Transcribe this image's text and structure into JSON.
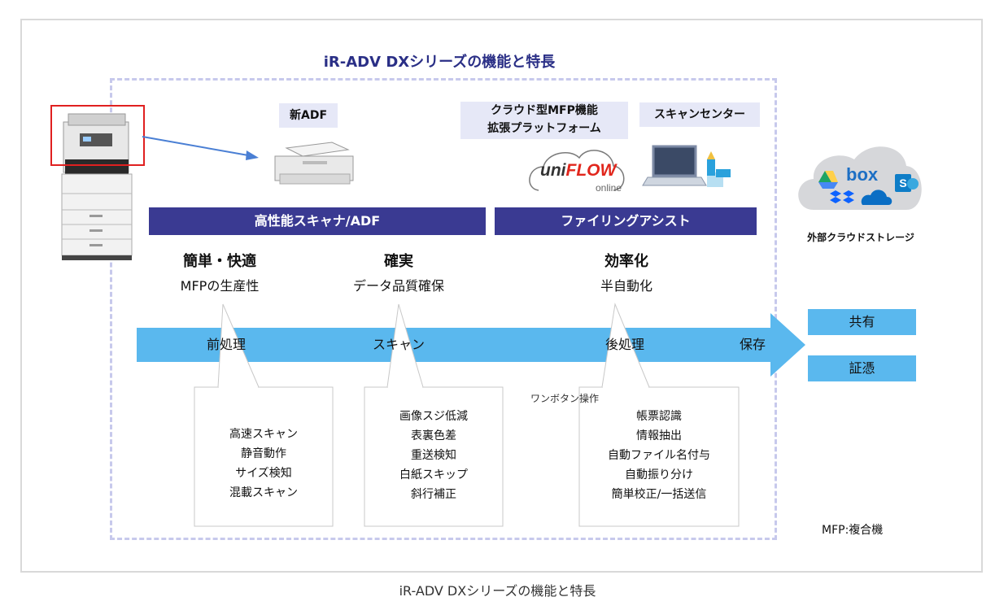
{
  "title": "iR-ADV DXシリーズの機能と特長",
  "caption": "iR-ADV DXシリーズの機能と特長",
  "top_labels": {
    "adf": "新ADF",
    "cloud_platform_line1": "クラウド型MFP機能",
    "cloud_platform_line2": "拡張プラットフォーム",
    "scan_center": "スキャンセンター"
  },
  "uniflow": {
    "brand_uni": "uni",
    "brand_flow": "FLOW",
    "brand_sub": "online"
  },
  "bands": {
    "scanner": "高性能スキャナ/ADF",
    "filing": "ファイリングアシスト"
  },
  "features": [
    {
      "heading": "簡単・快適",
      "sub": "MFPの生産性"
    },
    {
      "heading": "確実",
      "sub": "データ品質確保"
    },
    {
      "heading": "効率化",
      "sub": "半自動化"
    }
  ],
  "flow_steps": {
    "pre": "前処理",
    "scan": "スキャン",
    "post": "後処理",
    "save": "保存"
  },
  "boxes": [
    {
      "items": [
        "高速スキャン",
        "静音動作",
        "サイズ検知",
        "混載スキャン"
      ]
    },
    {
      "items": [
        "画像スジ低減",
        "表裏色差",
        "重送検知",
        "白紙スキップ",
        "斜行補正"
      ]
    },
    {
      "items": [
        "帳票認識",
        "情報抽出",
        "自動ファイル名付与",
        "自動振り分け",
        "簡単校正/一括送信"
      ]
    }
  ],
  "one_button": "ワンボタン操作",
  "cloud_storage": {
    "label": "外部クラウドストレージ",
    "box_text": "box",
    "s_text": "S"
  },
  "outputs": {
    "share": "共有",
    "evidence": "証憑"
  },
  "footnote": "MFP:複合機",
  "colors": {
    "navy": "#3a3a92",
    "arrow_blue": "#5ab8ee",
    "label_bg": "#e6e8f7",
    "dash": "#c7c9ec",
    "highlight": "#e02020"
  }
}
